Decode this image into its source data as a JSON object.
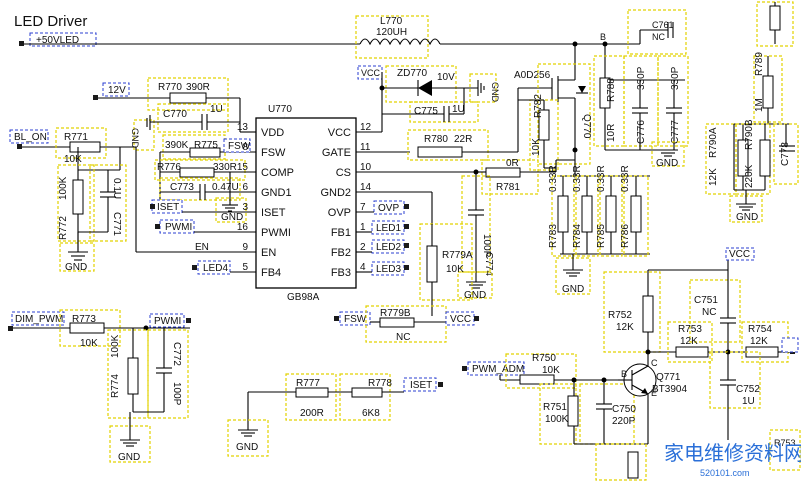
{
  "title": "LED Driver",
  "ic": {
    "ref": "U770",
    "part": "GB98A",
    "left_pins": [
      {
        "num": "13",
        "name": "VDD"
      },
      {
        "num": "8",
        "name": "FSW"
      },
      {
        "num": "15",
        "name": "COMP"
      },
      {
        "num": "6",
        "name": "GND1"
      },
      {
        "num": "3",
        "name": "ISET"
      },
      {
        "num": "16",
        "name": "PWMI"
      },
      {
        "num": "9",
        "name": "EN"
      },
      {
        "num": "5",
        "name": "FB4"
      }
    ],
    "right_pins": [
      {
        "num": "12",
        "name": "VCC"
      },
      {
        "num": "11",
        "name": "GATE"
      },
      {
        "num": "10",
        "name": "CS"
      },
      {
        "num": "14",
        "name": "GND2"
      },
      {
        "num": "7",
        "name": "OVP"
      },
      {
        "num": "1",
        "name": "FB1"
      },
      {
        "num": "2",
        "name": "FB2"
      },
      {
        "num": "4",
        "name": "FB3"
      }
    ]
  },
  "nets": {
    "v50": "+50VLED",
    "v12": "12V",
    "bl_on": "BL_ON",
    "vcc": "VCC",
    "iset": "ISET",
    "pwmi": "PWMI",
    "led4": "LED4",
    "ovp": "OVP",
    "led1": "LED1",
    "led2": "LED2",
    "led3": "LED3",
    "fsw": "FSW",
    "dim_pwm": "DIM_PWM",
    "pwm_adm": "PWM_ADM",
    "en": "EN",
    "gnd": "GND"
  },
  "components": {
    "l770": {
      "ref": "L770",
      "value": "120UH"
    },
    "c761": {
      "ref": "C761",
      "value": "NC"
    },
    "zd770": {
      "ref": "ZD770",
      "value": "10V"
    },
    "c775": {
      "ref": "C775",
      "value": "1U"
    },
    "r770": {
      "ref": "R770",
      "value": "390R"
    },
    "c770": {
      "ref": "C770",
      "value": "1U"
    },
    "r775": {
      "ref": "R775",
      "value": "390K"
    },
    "r776": {
      "ref": "R776",
      "value": "330R"
    },
    "c773": {
      "ref": "C773",
      "value": "0.47U"
    },
    "r771": {
      "ref": "R771",
      "value": "10K"
    },
    "r772": {
      "ref": "R772",
      "value": "100K"
    },
    "c771": {
      "ref": "C771",
      "value": "0.1U"
    },
    "q770": {
      "ref": "Q770",
      "part": "A0D256"
    },
    "r788": {
      "ref": "R788",
      "value": "10R"
    },
    "c776": {
      "ref": "C776",
      "value": "330P"
    },
    "c777": {
      "ref": "C777",
      "value": "330P"
    },
    "r789": {
      "ref": "R789",
      "value": "1M"
    },
    "r790a": {
      "ref": "R790A",
      "value": "12K"
    },
    "r790b": {
      "ref": "R790B",
      "value": "220K"
    },
    "c778": {
      "ref": "C778",
      "value": ""
    },
    "r780": {
      "ref": "R780",
      "value": "22R"
    },
    "r782": {
      "ref": "R782",
      "value": "10K"
    },
    "r781": {
      "ref": "R781",
      "value": "0R"
    },
    "c774": {
      "ref": "C774",
      "value": "100P"
    },
    "r783": {
      "ref": "R783",
      "value": "0.33R"
    },
    "r784": {
      "ref": "R784",
      "value": "0.33R"
    },
    "r785": {
      "ref": "R785",
      "value": "0.33R"
    },
    "r786": {
      "ref": "R786",
      "value": "0.33R"
    },
    "r779a": {
      "ref": "R779A",
      "value": "10K"
    },
    "r779b": {
      "ref": "R779B",
      "value": "NC"
    },
    "r773": {
      "ref": "R773",
      "value": "10K"
    },
    "r774": {
      "ref": "R774",
      "value": "100K"
    },
    "c772": {
      "ref": "C772",
      "value": "100P"
    },
    "r777": {
      "ref": "R777",
      "value": "200R"
    },
    "r778": {
      "ref": "R778",
      "value": "6K8"
    },
    "r750": {
      "ref": "R750",
      "value": "10K"
    },
    "r751": {
      "ref": "R751",
      "value": "100K"
    },
    "c750": {
      "ref": "C750",
      "value": "220P"
    },
    "q771": {
      "ref": "Q771",
      "part": "BT3904"
    },
    "r752": {
      "ref": "R752",
      "value": "12K"
    },
    "c751": {
      "ref": "C751",
      "value": "NC"
    },
    "r753": {
      "ref": "R753",
      "value": "12K"
    },
    "r754": {
      "ref": "R754",
      "value": "12K"
    },
    "c752": {
      "ref": "C752",
      "value": "1U"
    },
    "r753b": {
      "ref": "R753",
      "value": ""
    },
    "r78x": {
      "ref": "R78",
      "value": ""
    }
  },
  "letters": {
    "b": "B",
    "c": "C",
    "e": "E"
  },
  "watermark": {
    "cn": "家电维修资料网",
    "url": "520101.com"
  },
  "colors": {
    "wire": "#000000",
    "highlight": "#e2d200",
    "net_tag": "#2b3fd0",
    "watermark": "#2a6fd8"
  }
}
